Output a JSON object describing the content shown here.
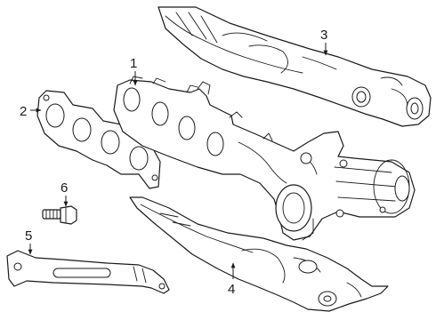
{
  "callouts": {
    "part_1": "1",
    "part_2": "2",
    "part_3": "3",
    "part_4": "4",
    "part_5": "5",
    "part_6": "6"
  }
}
